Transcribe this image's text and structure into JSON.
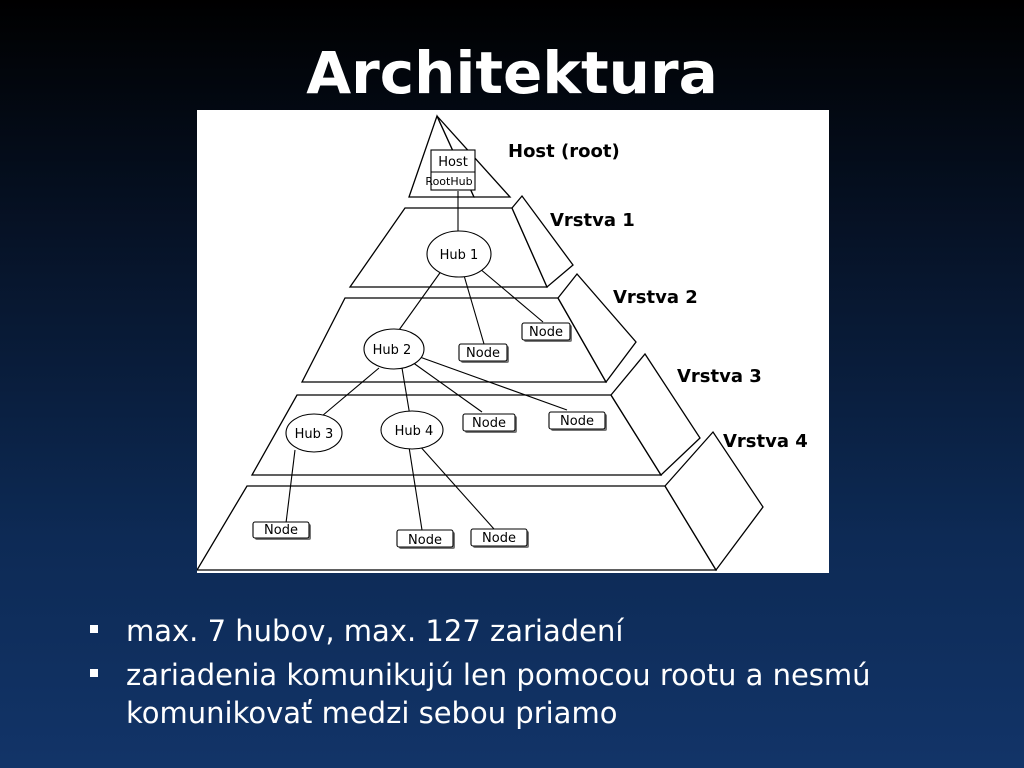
{
  "slide": {
    "title": "Architektura",
    "bullets": [
      "max. 7 hubov, max. 127 zariadení",
      "zariadenia komunikujú len pomocou rootu a nesmú komunikovať medzi sebou priamo"
    ]
  },
  "diagram": {
    "layer_labels": {
      "host": "Host (root)",
      "layer1": "Vrstva 1",
      "layer2": "Vrstva 2",
      "layer3": "Vrstva 3",
      "layer4": "Vrstva 4"
    },
    "host_box": {
      "line1": "Host",
      "line2": "RootHub"
    },
    "hubs": {
      "hub1": "Hub 1",
      "hub2": "Hub 2",
      "hub3": "Hub 3",
      "hub4": "Hub 4"
    },
    "node_label": "Node"
  }
}
